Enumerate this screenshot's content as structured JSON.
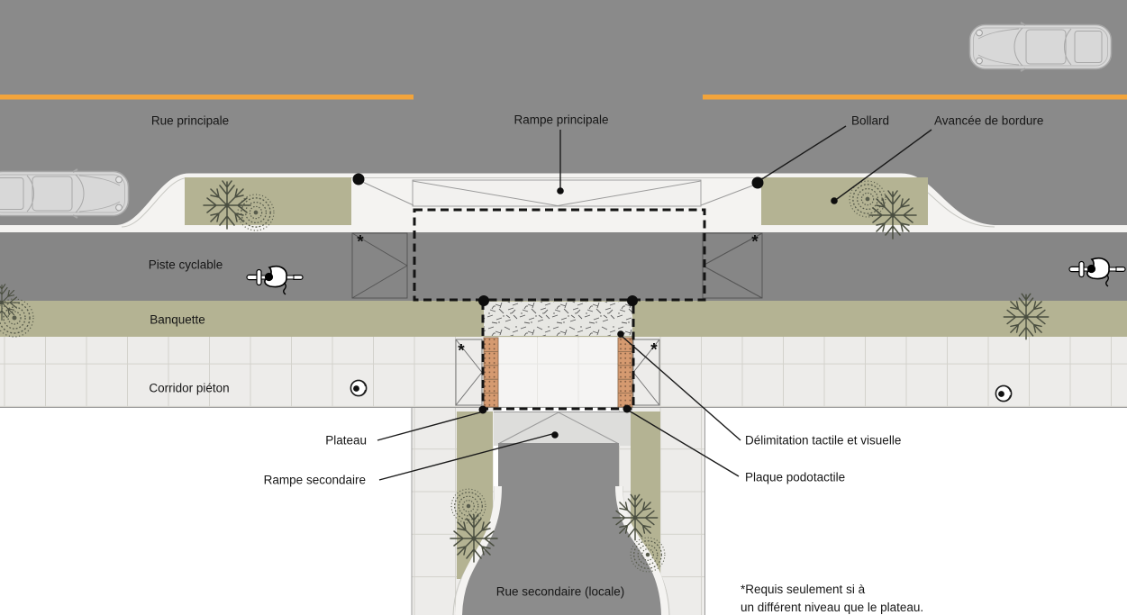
{
  "diagram": {
    "title_context": "Intersection plan — raised crossing (plateau) detail",
    "labels": {
      "rue_principale": "Rue principale",
      "rampe_principale": "Rampe principale",
      "bollard": "Bollard",
      "avancee_de_bordure": "Avancée de bordure",
      "piste_cyclable": "Piste cyclable",
      "banquette": "Banquette",
      "corridor_pieton": "Corridor piéton",
      "plateau": "Plateau",
      "rampe_secondaire": "Rampe secondaire",
      "delimitation_tactile": "Délimitation tactile et visuelle",
      "plaque_podotactile": "Plaque podotactile",
      "rue_secondaire": "Rue secondaire (locale)"
    },
    "note": {
      "line1": "*Requis seulement si à",
      "line2": "un différent niveau que le plateau."
    },
    "asterisk_marker": "*",
    "colors": {
      "road": "#8a8a8a",
      "bike_lane": "#868686",
      "secondary_street": "#8c8c8c",
      "curb_white": "#f4f3f1",
      "planting_green": "#b4b393",
      "sidewalk_tile": "#edecea",
      "tile_line": "#d3d2cc",
      "lane_marking_orange": "#f2a43b",
      "tactile_plate_orange": "#d59a70",
      "ramp_light": "#dddddb",
      "outline_black": "#141414"
    },
    "icons": {
      "car": "car-icon (top view, parked)",
      "cyclist": "cyclist-icon (top view, in bike lane)",
      "pedestrian": "pedestrian-icon (top view, in corridor)",
      "tree": "tree-icon (branching, plan view)",
      "shrub": "shrub-icon (scribbled circle, plan view)",
      "bollard_dot": "bollard-dot (filled black circle)"
    }
  }
}
